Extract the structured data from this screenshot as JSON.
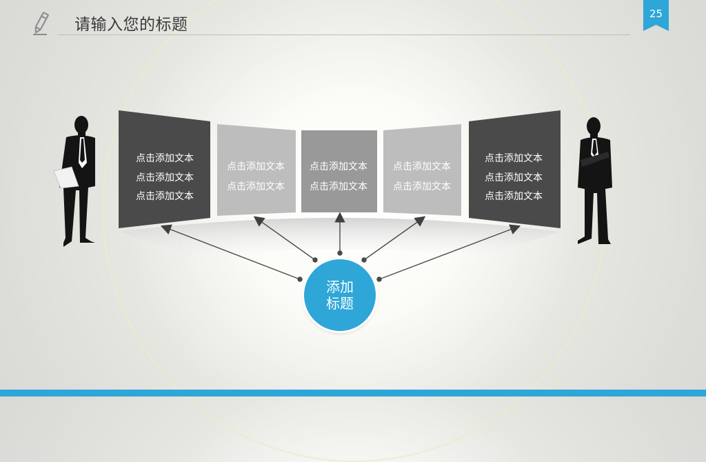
{
  "header": {
    "title": "请输入您的标题",
    "page_number": "25",
    "icon": "pencil-icon"
  },
  "center": {
    "line1": "添加",
    "line2": "标题"
  },
  "panels": [
    {
      "lines": [
        "点击添加文本",
        "点击添加文本",
        "点击添加文本"
      ]
    },
    {
      "lines": [
        "点击添加文本",
        "点击添加文本"
      ]
    },
    {
      "lines": [
        "点击添加文本",
        "点击添加文本"
      ]
    },
    {
      "lines": [
        "点击添加文本",
        "点击添加文本"
      ]
    },
    {
      "lines": [
        "点击添加文本",
        "点击添加文本",
        "点击添加文本"
      ]
    }
  ],
  "colors": {
    "accent": "#2ea6d8",
    "panel_dark": "#4a4a4a",
    "panel_light": "#bdbdbd",
    "panel_mid": "#999999"
  }
}
